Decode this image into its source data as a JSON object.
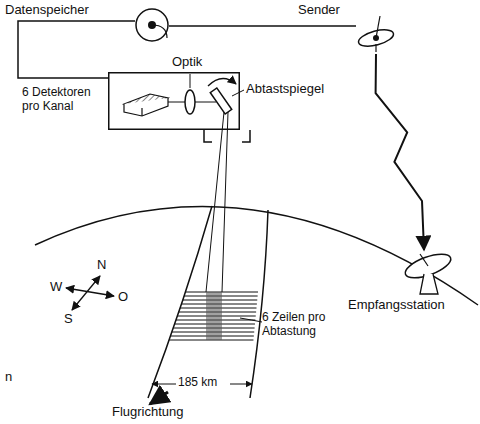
{
  "diagram": {
    "nodes": [
      {
        "text": [
          "Datenspeicher"
        ]
      },
      {
        "text": [
          "Sender"
        ]
      },
      {
        "text": [
          "6 Detektoren pro Kanal"
        ]
      },
      {
        "text": [
          "Empfangsstation"
        ]
      }
    ],
    "edges": [
      {
        "from": 2,
        "to": 0,
        "arrow": "none"
      },
      {
        "from": 0,
        "to": 1,
        "arrow": "none"
      },
      {
        "from": 1,
        "to": 3,
        "arrow": "to"
      }
    ],
    "labels": [
      "Optik",
      "Abtastspiegel",
      "N",
      "W",
      "O",
      "S",
      "185 km",
      "6 Zeilen pro Abtastung",
      "Flugrichtung",
      "n"
    ]
  }
}
